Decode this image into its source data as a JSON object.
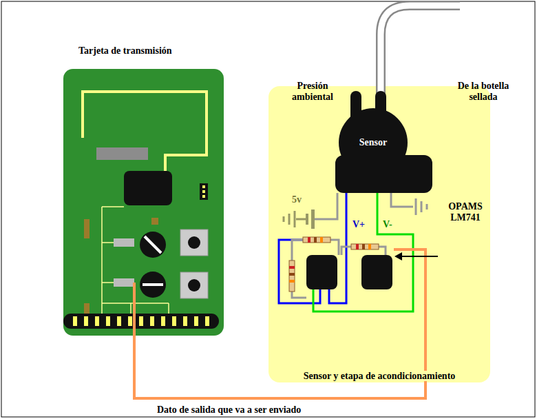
{
  "diagram": {
    "nodes": [
      {
        "text": [
          "Tarjeta de transmisión"
        ]
      },
      {
        "text": [
          "Sensor y etapa de acondicionamiento"
        ]
      },
      {
        "text": [
          "Sensor"
        ],
        "in": 1
      }
    ],
    "edges": [
      {
        "from": 0,
        "to": 1,
        "arrow": "none",
        "label": "Dato de salida que va a ser enviado"
      }
    ],
    "labels": [
      "Presión ambiental",
      "De la botella sellada",
      "5v",
      "V+",
      "V-",
      "OPAMS LM741"
    ]
  }
}
